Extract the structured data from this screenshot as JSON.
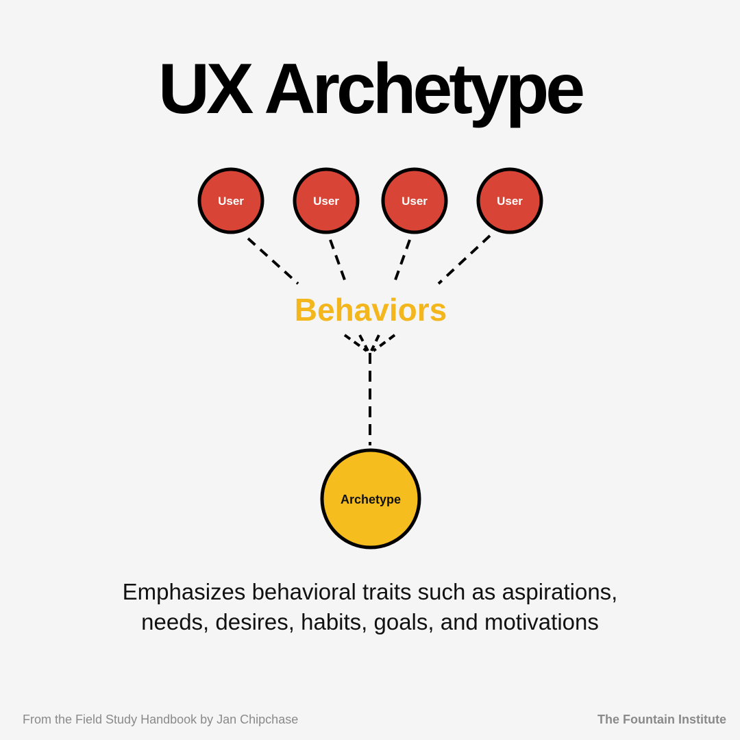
{
  "title": "UX Archetype",
  "diagram": {
    "users": [
      {
        "label": "User"
      },
      {
        "label": "User"
      },
      {
        "label": "User"
      },
      {
        "label": "User"
      }
    ],
    "middle_label": "Behaviors",
    "result_label": "Archetype"
  },
  "description": "Emphasizes behavioral traits such as aspirations, needs, desires, habits, goals, and motivations",
  "footer": {
    "source": "From the Field Study Handbook by Jan Chipchase",
    "brand": "The Fountain Institute"
  },
  "colors": {
    "background": "#f5f5f5",
    "user_fill": "#d84436",
    "archetype_fill": "#f6bd1f",
    "behaviors_text": "#f3b71d",
    "outline": "#000000"
  }
}
